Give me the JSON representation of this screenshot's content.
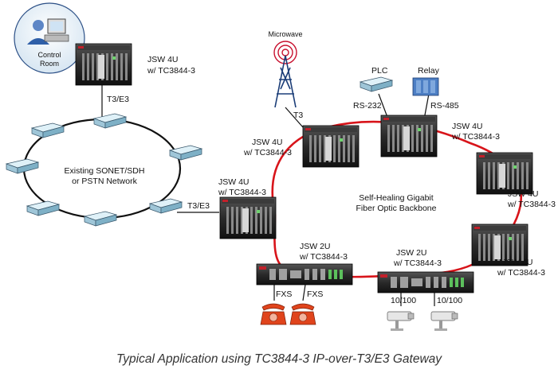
{
  "control_room": {
    "line1": "Control",
    "line2": "Room"
  },
  "labels": {
    "jsw_top": "JSW 4U",
    "jsw_top_sub": "w/ TC3844-3",
    "t3e3_top": "T3/E3",
    "cloud_line1": "Existing SONET/SDH",
    "cloud_line2": "or PSTN Network",
    "t3e3_mid": "T3/E3",
    "jsw_left": "JSW 4U",
    "jsw_left_sub": "w/ TC3844-3",
    "microwave": "Microwave",
    "t3": "T3",
    "jsw_center": "JSW 4U",
    "jsw_center_sub": "w/ TC3844-3",
    "plc": "PLC",
    "relay": "Relay",
    "rs232": "RS-232",
    "rs485": "RS-485",
    "jsw_right_top": "JSW 4U",
    "jsw_right_top_sub": "w/ TC3844-3",
    "jsw_right_mid": "JSW 4U",
    "jsw_right_mid_sub": "w/ TC3844-3",
    "jsw_right_bot": "JSW 4U",
    "jsw_right_bot_sub": "w/ TC3844-3",
    "ring_line1": "Self-Healing Gigabit",
    "ring_line2": "Fiber Optic Backbone",
    "jsw2u_left": "JSW 2U",
    "jsw2u_left_sub": "w/ TC3844-3",
    "jsw2u_right": "JSW 2U",
    "jsw2u_right_sub": "w/ TC3844-3",
    "fxs_1": "FXS",
    "fxs_2": "FXS",
    "lan_1": "10/100",
    "lan_2": "10/100"
  },
  "caption": "Typical Application using TC3844-3 IP-over-T3/E3 Gateway",
  "colors": {
    "fiber_ring": "#d8141a",
    "chassis": "#2a2a2a",
    "phone": "#e0441c",
    "modem": "#bfe0ef",
    "relay": "#4d7fc4"
  }
}
